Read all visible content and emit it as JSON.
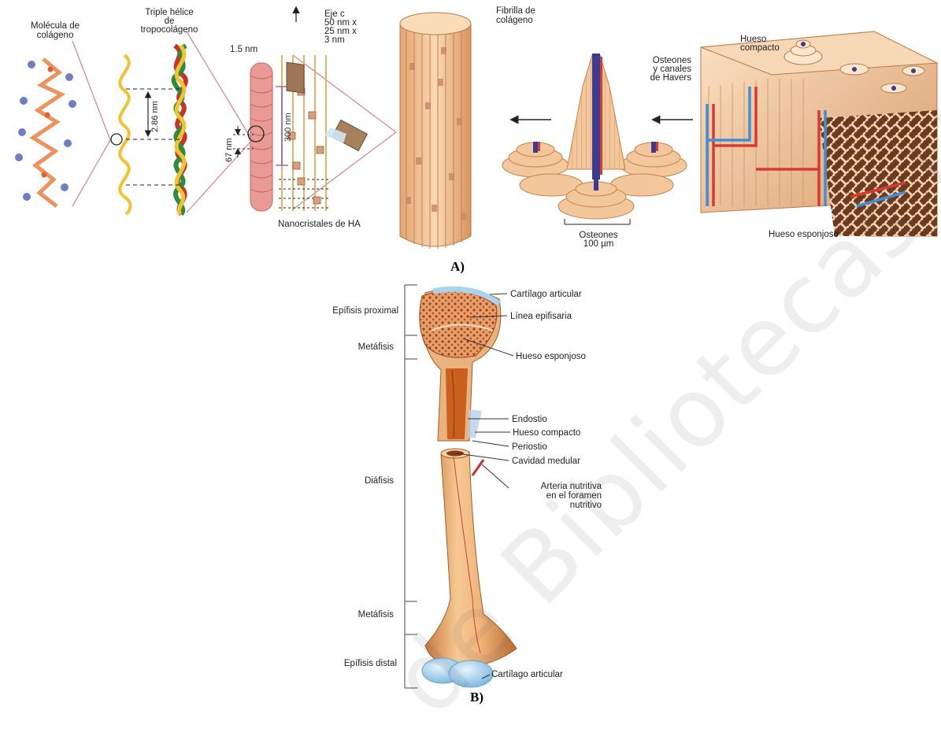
{
  "panel_a": {
    "caption": "A)",
    "molecule_label": "Molécula de\ncolágeno",
    "triple_helix_label": "Triple hélice\nde\ntropocolágeno",
    "dim_15nm": "1.5 nm",
    "dim_286nm": "2.86 nm",
    "dim_67nm": "67 nm",
    "dim_300nm": "300 nm",
    "c_axis_label": "Eje c\n50 nm x\n25 nm x\n3 nm",
    "nanocrystals_label": "Nanocristales de HA",
    "fibril_label": "Fibrilla de\ncolágeno",
    "osteons_havers_label": "Osteones\ny canales\nde Havers",
    "osteons_scale_label": "Osteones\n100 µm",
    "compact_bone_label": "Hueso\ncompacto",
    "spongy_bone_label": "Hueso esponjoso"
  },
  "panel_b": {
    "caption": "B)",
    "left_labels": {
      "proximal_epiphysis": "Epífisis  proximal",
      "metaphysis_top": "Metáfisis",
      "diaphysis": "Diáfisis",
      "metaphysis_bottom": "Metáfisis",
      "distal_epiphysis": "Epífisis distal"
    },
    "right_labels": {
      "articular_cartilage_top": "Cartílago articular",
      "epiphyseal_line": "Línea epifisaria",
      "spongy_bone": "Hueso esponjoso",
      "endosteum": "Endostio",
      "compact_bone": "Hueso compacto",
      "periosteum": "Periostio",
      "medullary_cavity": "Cavidad medular",
      "nutrient_artery": "Arteria nutritiva\nen el foramen\nnutritivo",
      "articular_cartilage_bottom": "Cartílago articular"
    }
  },
  "watermark": "de Bibliotecas UA",
  "colors": {
    "bone": "#e9b27e",
    "bone_dark": "#c98248",
    "helix_yellow": "#f2c230",
    "helix_green": "#2e8a3c",
    "helix_red": "#c8322a",
    "vessel_red": "#d83a30",
    "vessel_blue": "#3f8fd8",
    "cartilage": "#a9d3ee",
    "pink_line": "#d98a9a"
  }
}
